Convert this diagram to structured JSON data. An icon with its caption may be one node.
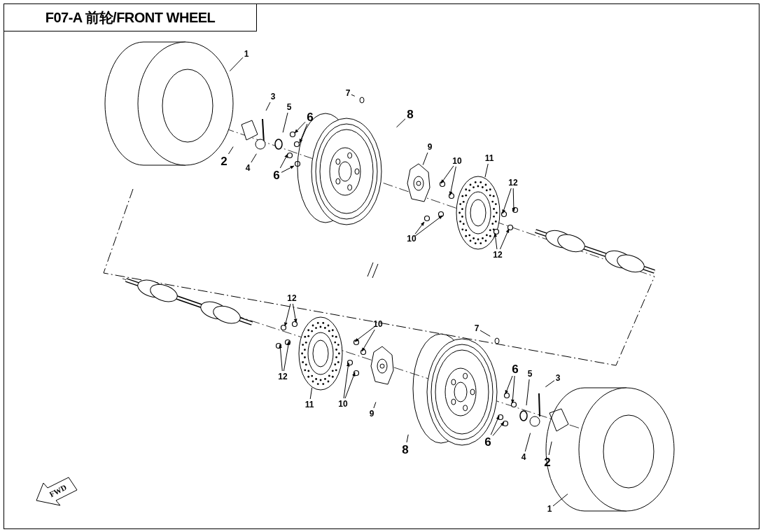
{
  "diagram": {
    "title": "F07-A 前轮/FRONT WHEEL",
    "nodes": [
      {
        "text": [
          "1"
        ]
      },
      {
        "text": [
          "2"
        ]
      },
      {
        "text": [
          "3"
        ]
      },
      {
        "text": [
          "4"
        ]
      },
      {
        "text": [
          "5"
        ]
      },
      {
        "text": [
          "6"
        ]
      },
      {
        "text": [
          "6"
        ]
      },
      {
        "text": [
          "7"
        ]
      },
      {
        "text": [
          "8"
        ]
      },
      {
        "text": [
          "9"
        ]
      },
      {
        "text": [
          "10"
        ]
      },
      {
        "text": [
          "10"
        ]
      },
      {
        "text": [
          "11"
        ]
      },
      {
        "text": [
          "12"
        ]
      },
      {
        "text": [
          "12"
        ]
      },
      {
        "text": [
          "12"
        ]
      },
      {
        "text": [
          "12"
        ]
      },
      {
        "text": [
          "10"
        ]
      },
      {
        "text": [
          "11"
        ]
      },
      {
        "text": [
          "10"
        ]
      },
      {
        "text": [
          "9"
        ]
      },
      {
        "text": [
          "8"
        ]
      },
      {
        "text": [
          "7"
        ]
      },
      {
        "text": [
          "6"
        ]
      },
      {
        "text": [
          "6"
        ]
      },
      {
        "text": [
          "5"
        ]
      },
      {
        "text": [
          "3"
        ]
      },
      {
        "text": [
          "4"
        ]
      },
      {
        "text": [
          "2"
        ]
      },
      {
        "text": [
          "1"
        ]
      }
    ],
    "edges": [
      {
        "from": 0,
        "to": null,
        "arrow": "none"
      },
      {
        "from": 1,
        "to": null,
        "arrow": "none"
      },
      {
        "from": 2,
        "to": null,
        "arrow": "none"
      },
      {
        "from": 3,
        "to": null,
        "arrow": "none"
      },
      {
        "from": 4,
        "to": null,
        "arrow": "none"
      },
      {
        "from": 5,
        "to": null,
        "arrow": "to"
      },
      {
        "from": 5,
        "to": null,
        "arrow": "to"
      },
      {
        "from": 6,
        "to": null,
        "arrow": "to"
      },
      {
        "from": 6,
        "to": null,
        "arrow": "to"
      },
      {
        "from": 7,
        "to": null,
        "arrow": "none"
      },
      {
        "from": 8,
        "to": null,
        "arrow": "none"
      },
      {
        "from": 9,
        "to": null,
        "arrow": "none"
      },
      {
        "from": 10,
        "to": null,
        "arrow": "to"
      },
      {
        "from": 10,
        "to": null,
        "arrow": "to"
      },
      {
        "from": 11,
        "to": null,
        "arrow": "to"
      },
      {
        "from": 11,
        "to": null,
        "arrow": "to"
      },
      {
        "from": 12,
        "to": null,
        "arrow": "none"
      },
      {
        "from": 13,
        "to": null,
        "arrow": "to"
      },
      {
        "from": 13,
        "to": null,
        "arrow": "to"
      },
      {
        "from": 14,
        "to": null,
        "arrow": "to"
      },
      {
        "from": 14,
        "to": null,
        "arrow": "to"
      },
      {
        "from": 15,
        "to": null,
        "arrow": "to"
      },
      {
        "from": 15,
        "to": null,
        "arrow": "to"
      },
      {
        "from": 16,
        "to": null,
        "arrow": "to"
      },
      {
        "from": 16,
        "to": null,
        "arrow": "to"
      },
      {
        "from": 17,
        "to": null,
        "arrow": "to"
      },
      {
        "from": 17,
        "to": null,
        "arrow": "to"
      },
      {
        "from": 18,
        "to": null,
        "arrow": "none"
      },
      {
        "from": 19,
        "to": null,
        "arrow": "to"
      },
      {
        "from": 19,
        "to": null,
        "arrow": "to"
      },
      {
        "from": 20,
        "to": null,
        "arrow": "none"
      },
      {
        "from": 21,
        "to": null,
        "arrow": "none"
      },
      {
        "from": 22,
        "to": null,
        "arrow": "none"
      },
      {
        "from": 23,
        "to": null,
        "arrow": "to"
      },
      {
        "from": 23,
        "to": null,
        "arrow": "to"
      },
      {
        "from": 24,
        "to": null,
        "arrow": "to"
      },
      {
        "from": 24,
        "to": null,
        "arrow": "to"
      },
      {
        "from": 25,
        "to": null,
        "arrow": "none"
      },
      {
        "from": 26,
        "to": null,
        "arrow": "none"
      },
      {
        "from": 27,
        "to": null,
        "arrow": "none"
      },
      {
        "from": 28,
        "to": null,
        "arrow": "none"
      },
      {
        "from": 29,
        "to": null,
        "arrow": "none"
      }
    ],
    "labels": [
      "FWD"
    ]
  }
}
